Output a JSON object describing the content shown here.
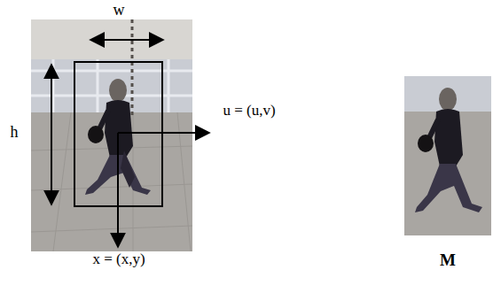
{
  "diagram": {
    "labels": [
      "w",
      "h",
      "u = (u,v)",
      "x = (x,y)",
      "M"
    ]
  }
}
